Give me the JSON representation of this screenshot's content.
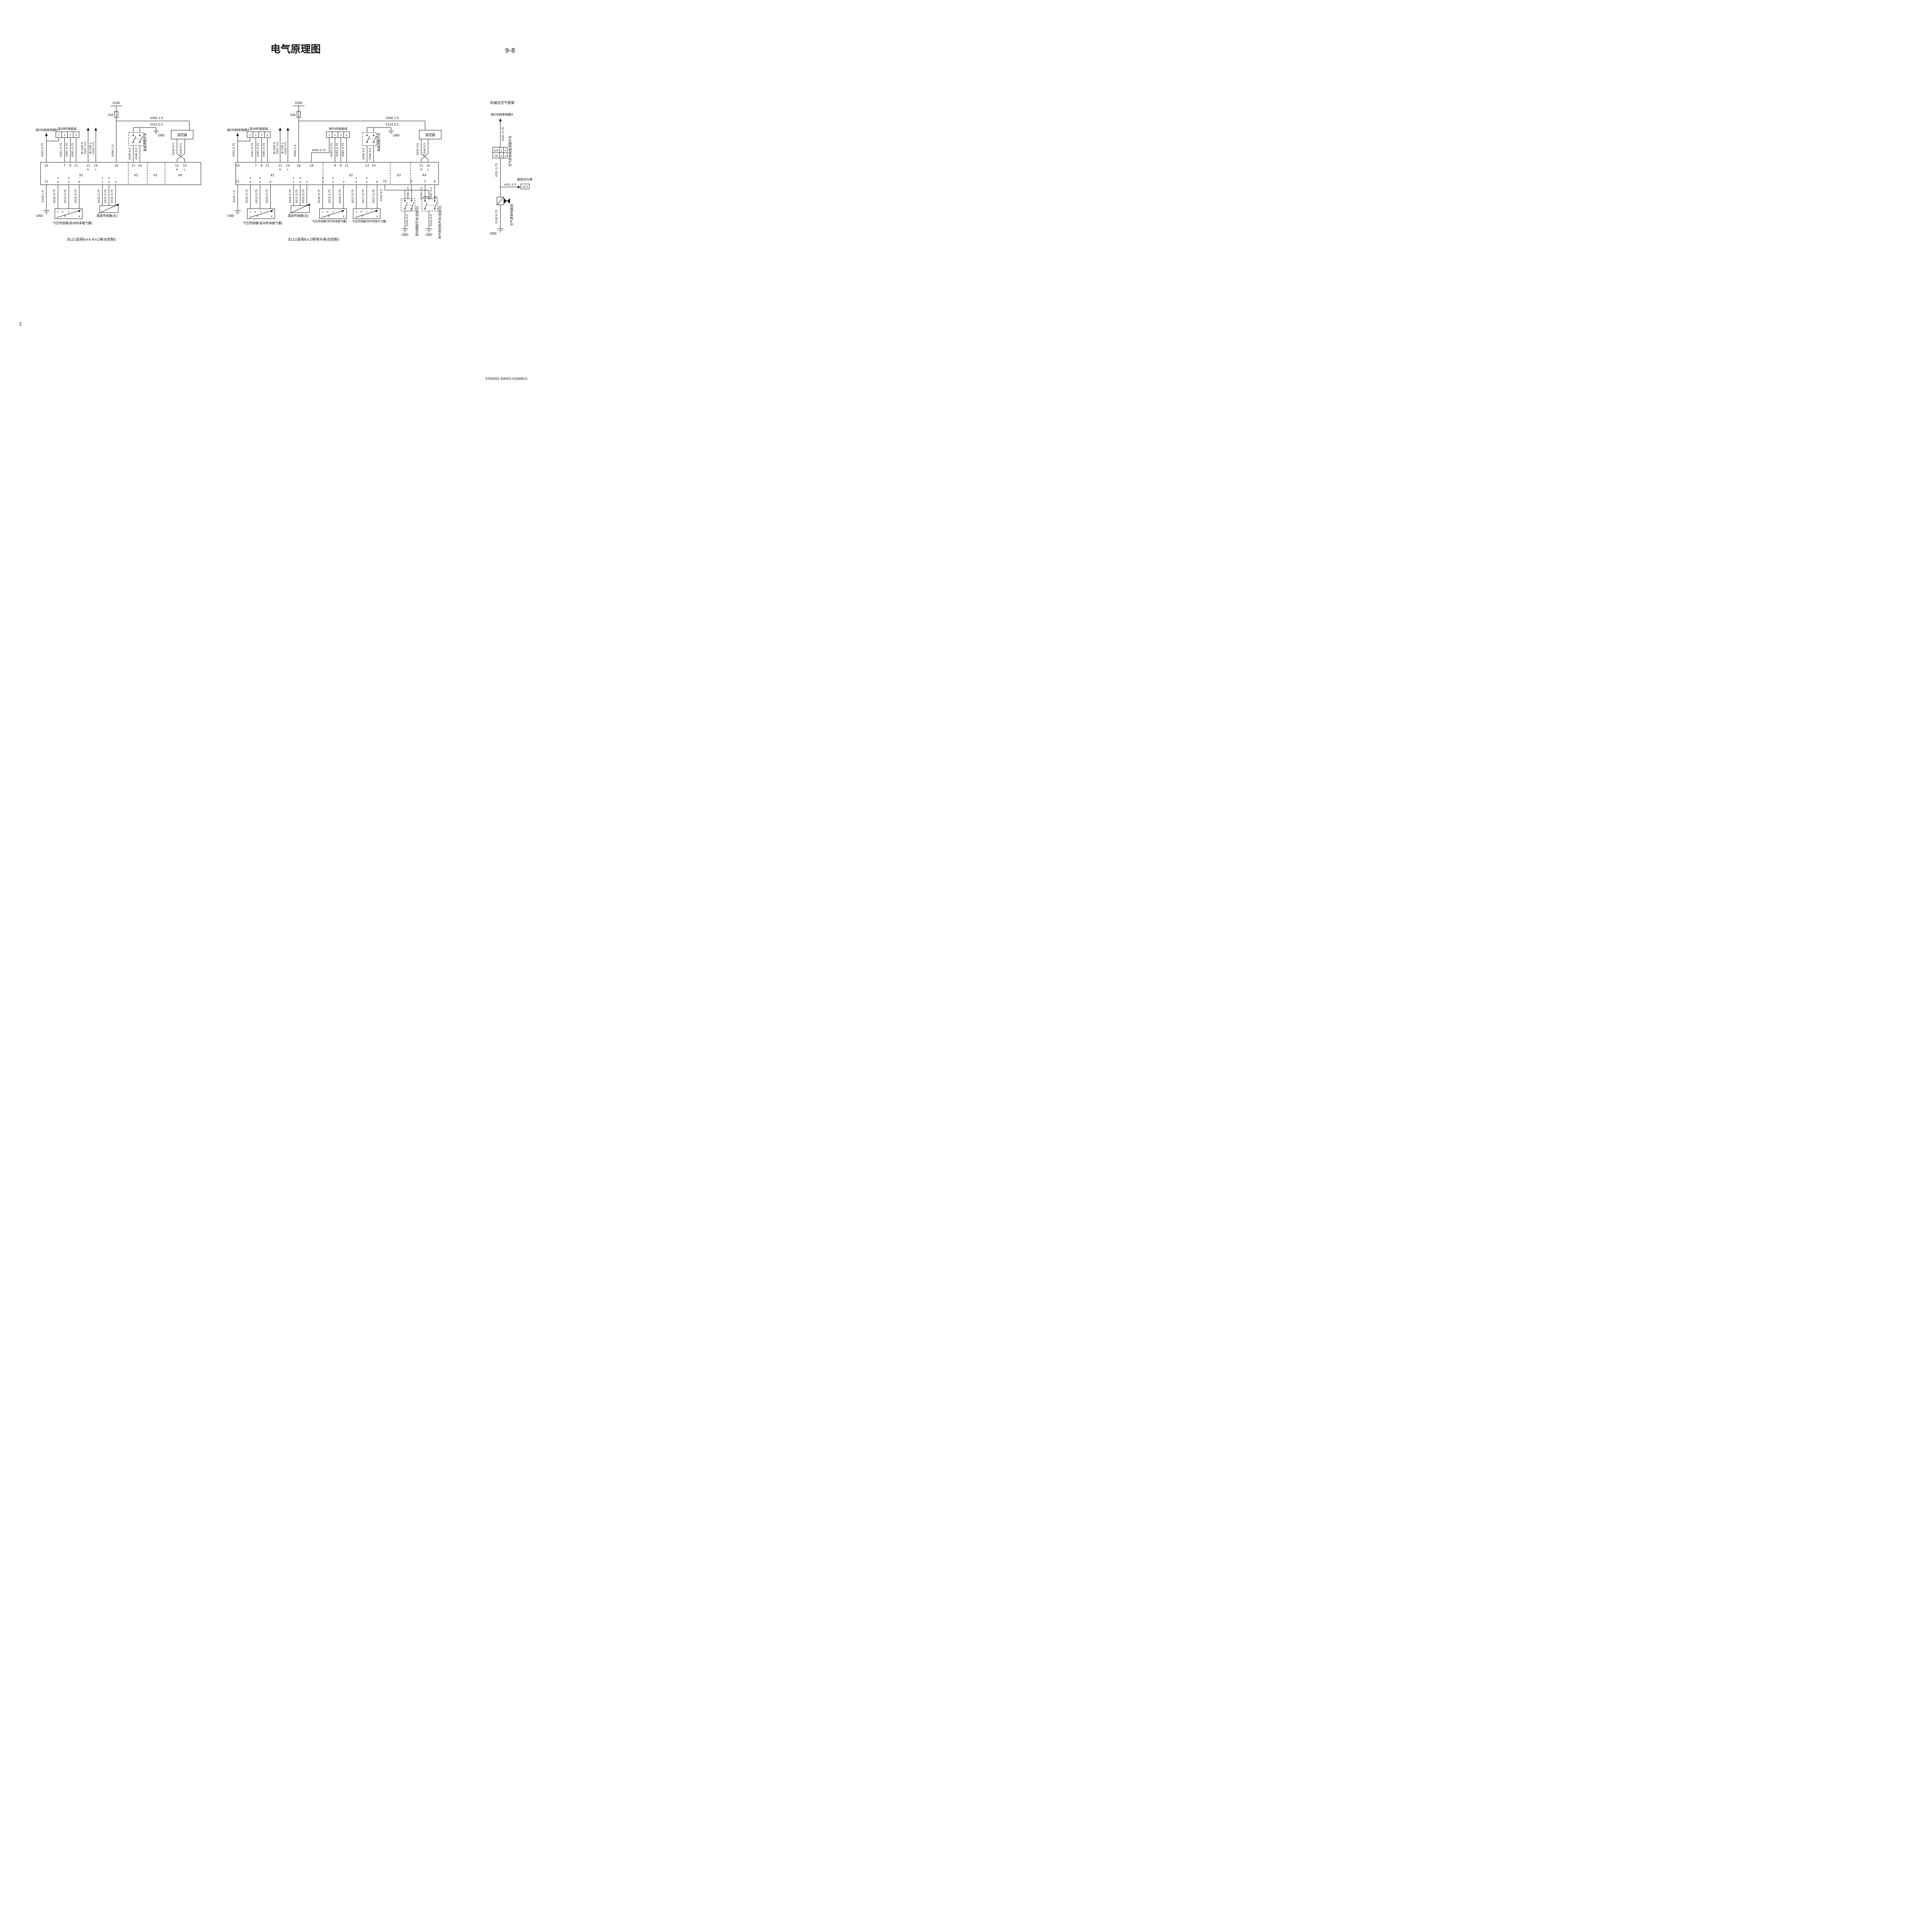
{
  "page": {
    "title": "电气原理图",
    "page_no": "9-8",
    "sheet_no": "2",
    "doc_code": "3700001-94003.H180810"
  },
  "sym": {
    "h": "H",
    "l": "L",
    "gnd": "GND",
    "valve_pins": [
      "1",
      "2",
      "3",
      "4"
    ],
    "sensor_pins": {
      "p1": "1",
      "u": "U",
      "p2": "2",
      "p": "P",
      "p4": "4"
    }
  },
  "left": {
    "caption": "ELC(适用6×4 4×2单点控制)",
    "fuse_code": "0260",
    "fuse_rating": "10A",
    "relay_label": "接ON档继电器4",
    "drive_valve_label": "驱动桥电磁阀",
    "power_wire": "4300 1.0",
    "gnd_wire": "0143 0.5",
    "remote_label": "遥控器",
    "height_switch_label": "高度调整开关",
    "top_wires": [
      "4301 0.75",
      "4351 0.75",
      "4361 0.75",
      "4391 0.75",
      "B-CAN H",
      "5321 0.5",
      "B-CAN L",
      "5322 0.5",
      "4300 1.0",
      "4345 0.5",
      "4346 0.5",
      "5343 0.5",
      "5344 0.5"
    ],
    "top_pins": [
      "10",
      "7",
      "8",
      "11",
      "13",
      "14",
      "16",
      "13",
      "14",
      "12",
      "10"
    ],
    "x_conns": [
      "X1",
      "X2",
      "X3",
      "X4"
    ],
    "bp_first": "12",
    "bp_signs": [
      "+",
      "S",
      "-",
      "+",
      "S",
      "-"
    ],
    "bp_nums": [
      "4",
      "5",
      "6",
      "1",
      "2",
      "3"
    ],
    "bottom_wires": [
      "0143 1.0",
      "4335 0.75",
      "4315 0.75",
      "4325 0.75",
      "4332 0.75",
      "4312 0.75",
      "4322 0.75"
    ],
    "pressure_sensor_label": "气压传感器(驱动桥承载气囊)",
    "height_sensor_label": "高度传感器(左)"
  },
  "mid": {
    "caption": "ELC(适用6×2带举升单点控制)",
    "fuse_code": "0260",
    "fuse_rating": "10A",
    "relay_label": "接ON档继电器4",
    "drive_valve_label": "驱动桥电磁阀",
    "lift_valve_label": "举升桥电磁阀",
    "power_wire": "4300 1.0",
    "gnd_wire": "0143 0.5",
    "remote_label": "遥控器",
    "height_switch_label": "高度调整开关",
    "lift_feed_wire": "4363 0.75",
    "top_wires": [
      "4301 0.75",
      "4351 0.75",
      "4361 0.75",
      "4391 0.75",
      "B-CAN H",
      "5321 0.5",
      "B-CAN L",
      "5322 0.5",
      "4300 1.0",
      "4393 0.75",
      "4353 0.75",
      "4381 0.75",
      "4345 0.5",
      "4346 0.5",
      "5343 0.5",
      "5344 0.5"
    ],
    "top_pins": [
      "10",
      "7",
      "8",
      "11",
      "13",
      "14",
      "16",
      "18",
      "8",
      "9",
      "11",
      "13",
      "14",
      "12",
      "10"
    ],
    "x_conns": [
      "X1",
      "X2",
      "X3",
      "X4"
    ],
    "bp_first": "12",
    "bp_signs": [
      "+",
      "S",
      "-",
      "+",
      "S",
      "-",
      "+",
      "S",
      "-",
      "+",
      "S",
      "-"
    ],
    "bp_nums": [
      "4",
      "5",
      "6",
      "1",
      "2",
      "3",
      "1",
      "2",
      "3",
      "4",
      "5",
      "6"
    ],
    "bp_15": "15",
    "bp_right": [
      "4",
      "5",
      "6"
    ],
    "bottom_wires": [
      "0143 1.0",
      "4335 0.75",
      "4315 0.75",
      "4325 0.75",
      "4332 0.75",
      "4312 0.75",
      "4322 0.75",
      "4336 0.75",
      "4316 0.75",
      "4326 0.75",
      "4337 0.75",
      "4317 0.75",
      "4327 0.75"
    ],
    "switch_feed_wire": "4343 0.5",
    "switch_wires": [
      "4348 0.5",
      "4344 0.5",
      "4347 0.5"
    ],
    "switch_gnd_wire": "0143 0.5",
    "pressure_sensor_label": "气压传感器(驱动桥承载气囊)",
    "height_sensor_label": "高度传感器(左)",
    "lift_load_sensor_label": "气压传感器(举升桥承载气囊)",
    "lift_up_sensor_label": "气压传感器(举升桥提升气囊)",
    "aux_switch_label": "驱动辅助开关(自复位)",
    "lift_switch_label": "举升桥控制开关(自复位)",
    "down_label": "down",
    "up_label": "up"
  },
  "right": {
    "heading": "机械式空气悬架",
    "relay_label": "接ON档继电器4",
    "wire_4301": "4301 0.75",
    "switch_label": "空气悬架高度调整开关",
    "sw_off": "OFF",
    "sw_on": "ON",
    "sw_pins": [
      "1",
      "5",
      "4",
      "2"
    ],
    "wire_4351": "4351 0.75",
    "cluster_label": "接组合仪表",
    "wire_4351b": "4351 0.5",
    "connector": "A23",
    "valve_label": "空气悬架电磁阀",
    "wire_0100": "0100 0.75",
    "gnd_label": "GND"
  }
}
